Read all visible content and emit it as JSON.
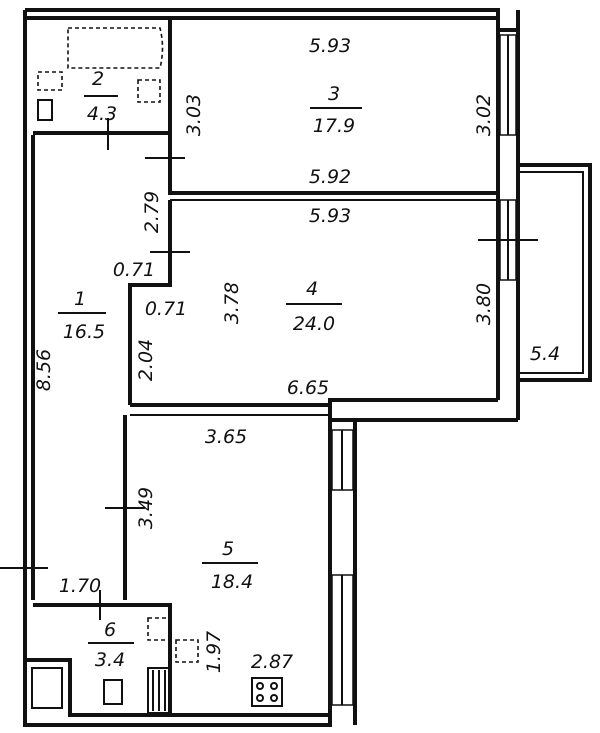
{
  "rooms": [
    {
      "id": "1",
      "area": "16.5"
    },
    {
      "id": "2",
      "area": "4.3"
    },
    {
      "id": "3",
      "area": "17.9"
    },
    {
      "id": "4",
      "area": "24.0"
    },
    {
      "id": "5",
      "area": "18.4"
    },
    {
      "id": "6",
      "area": "3.4"
    }
  ],
  "dimensions": {
    "room3_top": "5.93",
    "room3_left": "3.03",
    "room3_right": "3.02",
    "room3_bottom": "5.92",
    "room4_top": "5.93",
    "hall_top": "2.79",
    "step_upper": "0.71",
    "step_lower": "0.71",
    "room4_height": "3.78",
    "room4_right": "3.80",
    "room4_left": "2.04",
    "room4_bottom": "6.65",
    "balcony": "5.4",
    "hall_length": "8.56",
    "room5_top": "3.65",
    "room5_left": "3.49",
    "bath_top": "1.70",
    "bath_side": "1.97",
    "room5_bottom": "2.87"
  }
}
